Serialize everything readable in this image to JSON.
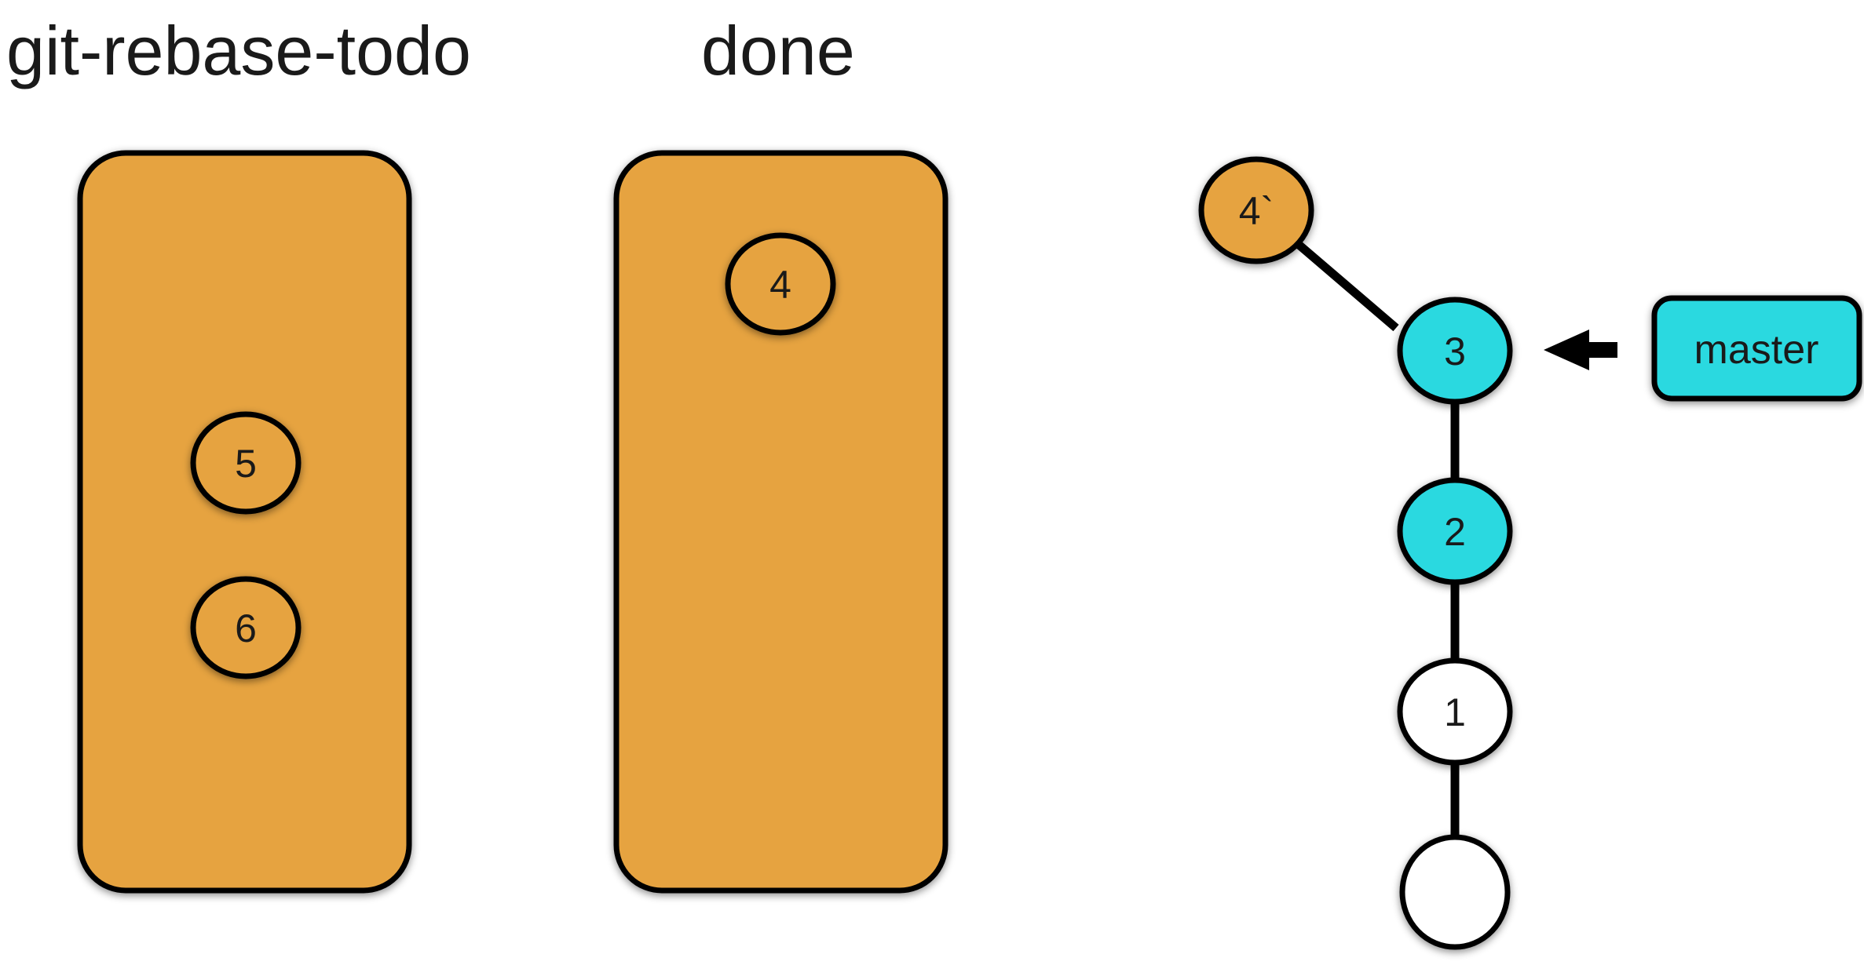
{
  "headings": {
    "todo": "git-rebase-todo",
    "done": "done"
  },
  "colors": {
    "orange": "#E6A33F",
    "cyan": "#2CD9E0",
    "white": "#FFFFFF",
    "stroke": "#000000"
  },
  "todo_commits": [
    "5",
    "6"
  ],
  "done_commits": [
    "4"
  ],
  "graph": {
    "rebased_commit": "4`",
    "commits": [
      "3",
      "2",
      "1",
      ""
    ],
    "branch": "master"
  }
}
